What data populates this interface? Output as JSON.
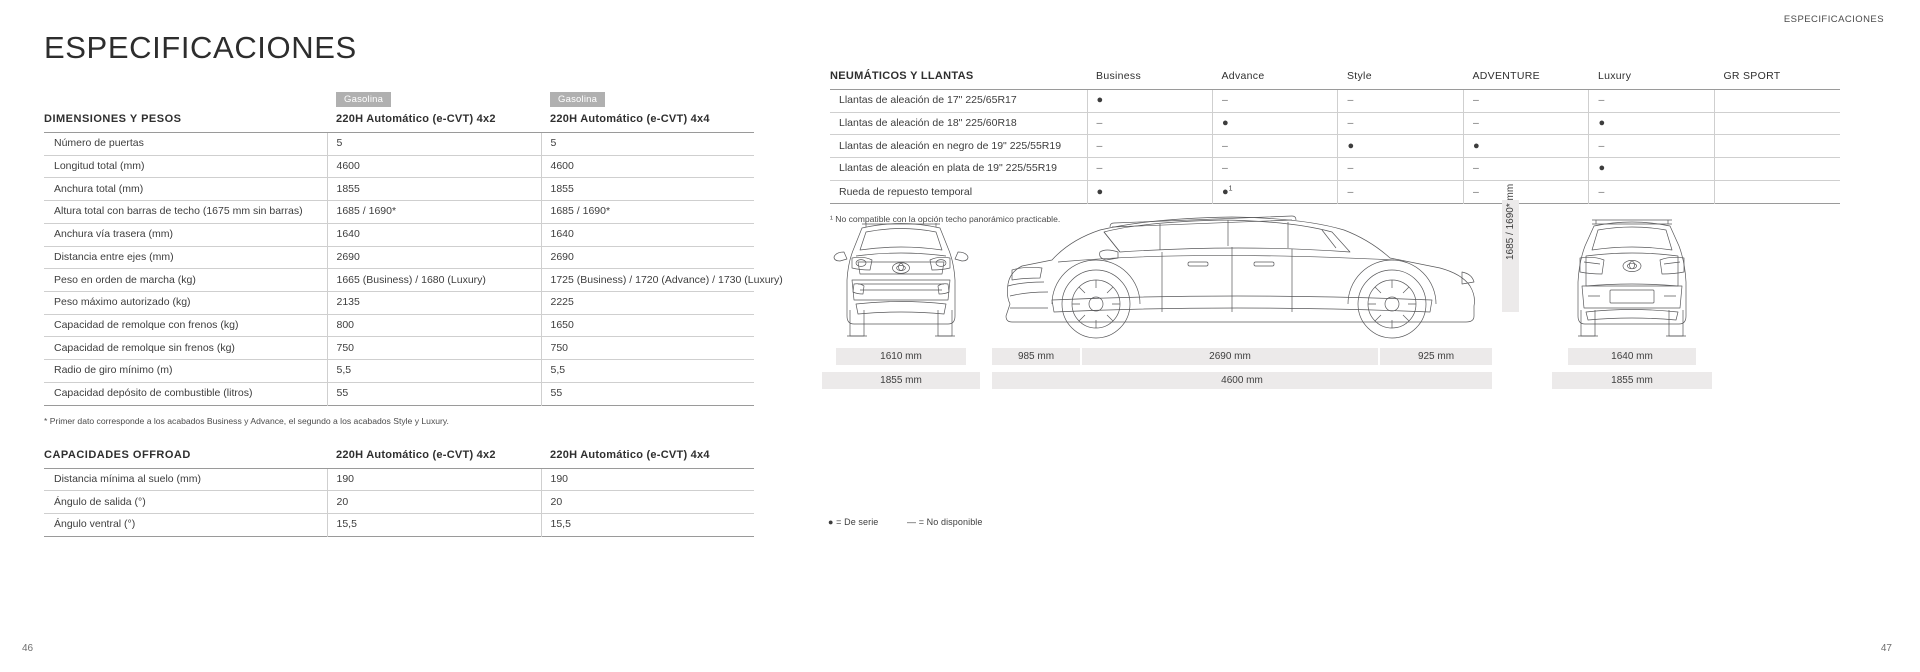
{
  "running_head": "ESPECIFICACIONES",
  "folio_left": "46",
  "folio_right": "47",
  "page_title": "ESPECIFICACIONES",
  "dimensions": {
    "section_title": "DIMENSIONES Y PESOS",
    "columns": [
      {
        "badge": "Gasolina",
        "name": "220H Automático (e-CVT) 4x2"
      },
      {
        "badge": "Gasolina",
        "name": "220H Automático (e-CVT) 4x4"
      }
    ],
    "rows": [
      {
        "label": "Número de puertas",
        "v1": "5",
        "v2": "5"
      },
      {
        "label": "Longitud total (mm)",
        "v1": "4600",
        "v2": "4600"
      },
      {
        "label": "Anchura total (mm)",
        "v1": "1855",
        "v2": "1855"
      },
      {
        "label": "Altura total con barras de techo (1675 mm sin barras)",
        "v1": "1685 / 1690*",
        "v2": "1685 / 1690*"
      },
      {
        "label": "Anchura vía trasera (mm)",
        "v1": "1640",
        "v2": "1640"
      },
      {
        "label": "Distancia entre ejes (mm)",
        "v1": "2690",
        "v2": "2690"
      },
      {
        "label": "Peso en orden de marcha (kg)",
        "v1": "1665 (Business) / 1680 (Luxury)",
        "v2": "1725 (Business) / 1720 (Advance) / 1730 (Luxury)"
      },
      {
        "label": "Peso máximo autorizado (kg)",
        "v1": "2135",
        "v2": "2225"
      },
      {
        "label": "Capacidad de remolque con frenos (kg)",
        "v1": "800",
        "v2": "1650"
      },
      {
        "label": "Capacidad de remolque sin frenos (kg)",
        "v1": "750",
        "v2": "750"
      },
      {
        "label": "Radio de giro mínimo (m)",
        "v1": "5,5",
        "v2": "5,5"
      },
      {
        "label": "Capacidad depósito de combustible (litros)",
        "v1": "55",
        "v2": "55"
      }
    ],
    "footnote": "* Primer dato corresponde a los acabados Business y Advance, el segundo a los acabados Style y Luxury."
  },
  "offroad": {
    "section_title": "CAPACIDADES OFFROAD",
    "columns": [
      {
        "name": "220H Automático (e-CVT) 4x2"
      },
      {
        "name": "220H Automático (e-CVT) 4x4"
      }
    ],
    "rows": [
      {
        "label": "Distancia mínima al suelo (mm)",
        "v1": "190",
        "v2": "190"
      },
      {
        "label": "Ángulo de salida (°)",
        "v1": "20",
        "v2": "20"
      },
      {
        "label": "Ángulo ventral (°)",
        "v1": "15,5",
        "v2": "15,5"
      }
    ]
  },
  "tyres": {
    "section_title": "NEUMÁTICOS Y LLANTAS",
    "trims": [
      "Business",
      "Advance",
      "Style",
      "ADVENTURE",
      "Luxury",
      "GR SPORT"
    ],
    "rows": [
      {
        "label": "Llantas de aleación de 17\" 225/65R17",
        "marks": [
          "dot",
          "dash",
          "dash",
          "dash",
          "dash",
          ""
        ]
      },
      {
        "label": "Llantas de aleación de 18\" 225/60R18",
        "marks": [
          "dash",
          "dot",
          "dash",
          "dash",
          "dot",
          ""
        ]
      },
      {
        "label": "Llantas de aleación en negro de 19\" 225/55R19",
        "marks": [
          "dash",
          "dash",
          "dot",
          "dot",
          "dash",
          ""
        ]
      },
      {
        "label": "Llantas de aleación en plata de 19\" 225/55R19",
        "marks": [
          "dash",
          "dash",
          "dash",
          "dash",
          "dot",
          ""
        ]
      },
      {
        "label": "Rueda de repuesto temporal",
        "marks": [
          "dot",
          "dot-sup",
          "dash",
          "dash",
          "dash",
          ""
        ]
      }
    ],
    "sup_marker": "1",
    "footnote": "¹ No compatible con la opción techo panorámico practicable."
  },
  "diagrams": {
    "front": {
      "track": "1610 mm",
      "width": "1855 mm"
    },
    "side": {
      "front_overhang": "985 mm",
      "wheelbase": "2690 mm",
      "rear_overhang": "925 mm",
      "length": "4600 mm",
      "height": "1685 / 1690* mm"
    },
    "rear": {
      "track": "1640 mm",
      "width": "1855 mm"
    }
  },
  "legend": {
    "serie": "● = De serie",
    "no_disponible": "— = No disponible"
  }
}
